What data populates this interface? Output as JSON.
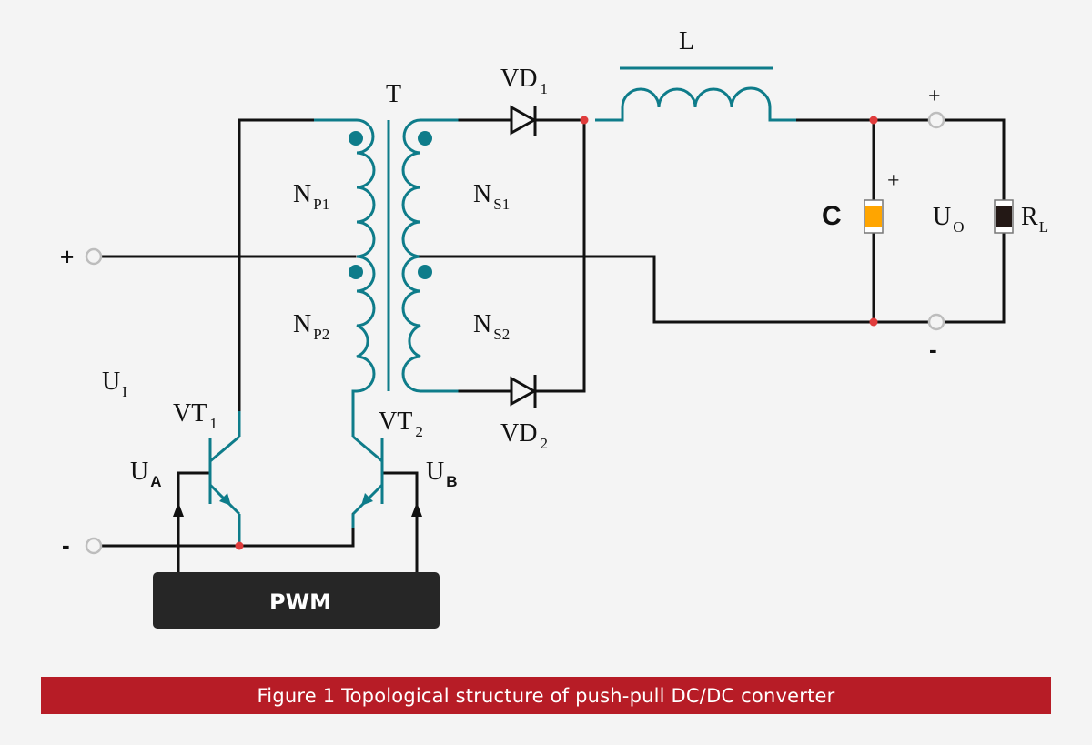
{
  "figure": {
    "caption": "Figure 1  Topological structure of push-pull DC/DC converter",
    "title": "push-pull DC/DC converter"
  },
  "colors": {
    "background": "#f4f4f4",
    "wire": "#111111",
    "winding": "#0e7c8a",
    "junction": "#e03c3c",
    "capacitor": "#ffa500",
    "resistor": "#231815",
    "pwm_block": "#262626",
    "caption_bar": "#b71c26"
  },
  "labels": {
    "transformer": "T",
    "inductor": "L",
    "np1": {
      "main": "N",
      "sub": "P1"
    },
    "np2": {
      "main": "N",
      "sub": "P2"
    },
    "ns1": {
      "main": "N",
      "sub": "S1"
    },
    "ns2": {
      "main": "N",
      "sub": "S2"
    },
    "vd1": {
      "main": "VD",
      "sub": "1"
    },
    "vd2": {
      "main": "VD",
      "sub": "2"
    },
    "vt1": {
      "main": "VT",
      "sub": "1"
    },
    "vt2": {
      "main": "VT",
      "sub": "2"
    },
    "ui": {
      "main": "U",
      "sub": "I"
    },
    "ua": {
      "main": "U",
      "sub": "A"
    },
    "ub": {
      "main": "U",
      "sub": "B"
    },
    "uo": {
      "main": "U",
      "sub": "O"
    },
    "rl": {
      "main": "R",
      "sub": "L"
    },
    "capacitor": "C",
    "cap_polarity": "+",
    "input_plus": "+",
    "input_minus": "-",
    "output_plus": "+",
    "output_minus": "-",
    "pwm": "PWM"
  }
}
